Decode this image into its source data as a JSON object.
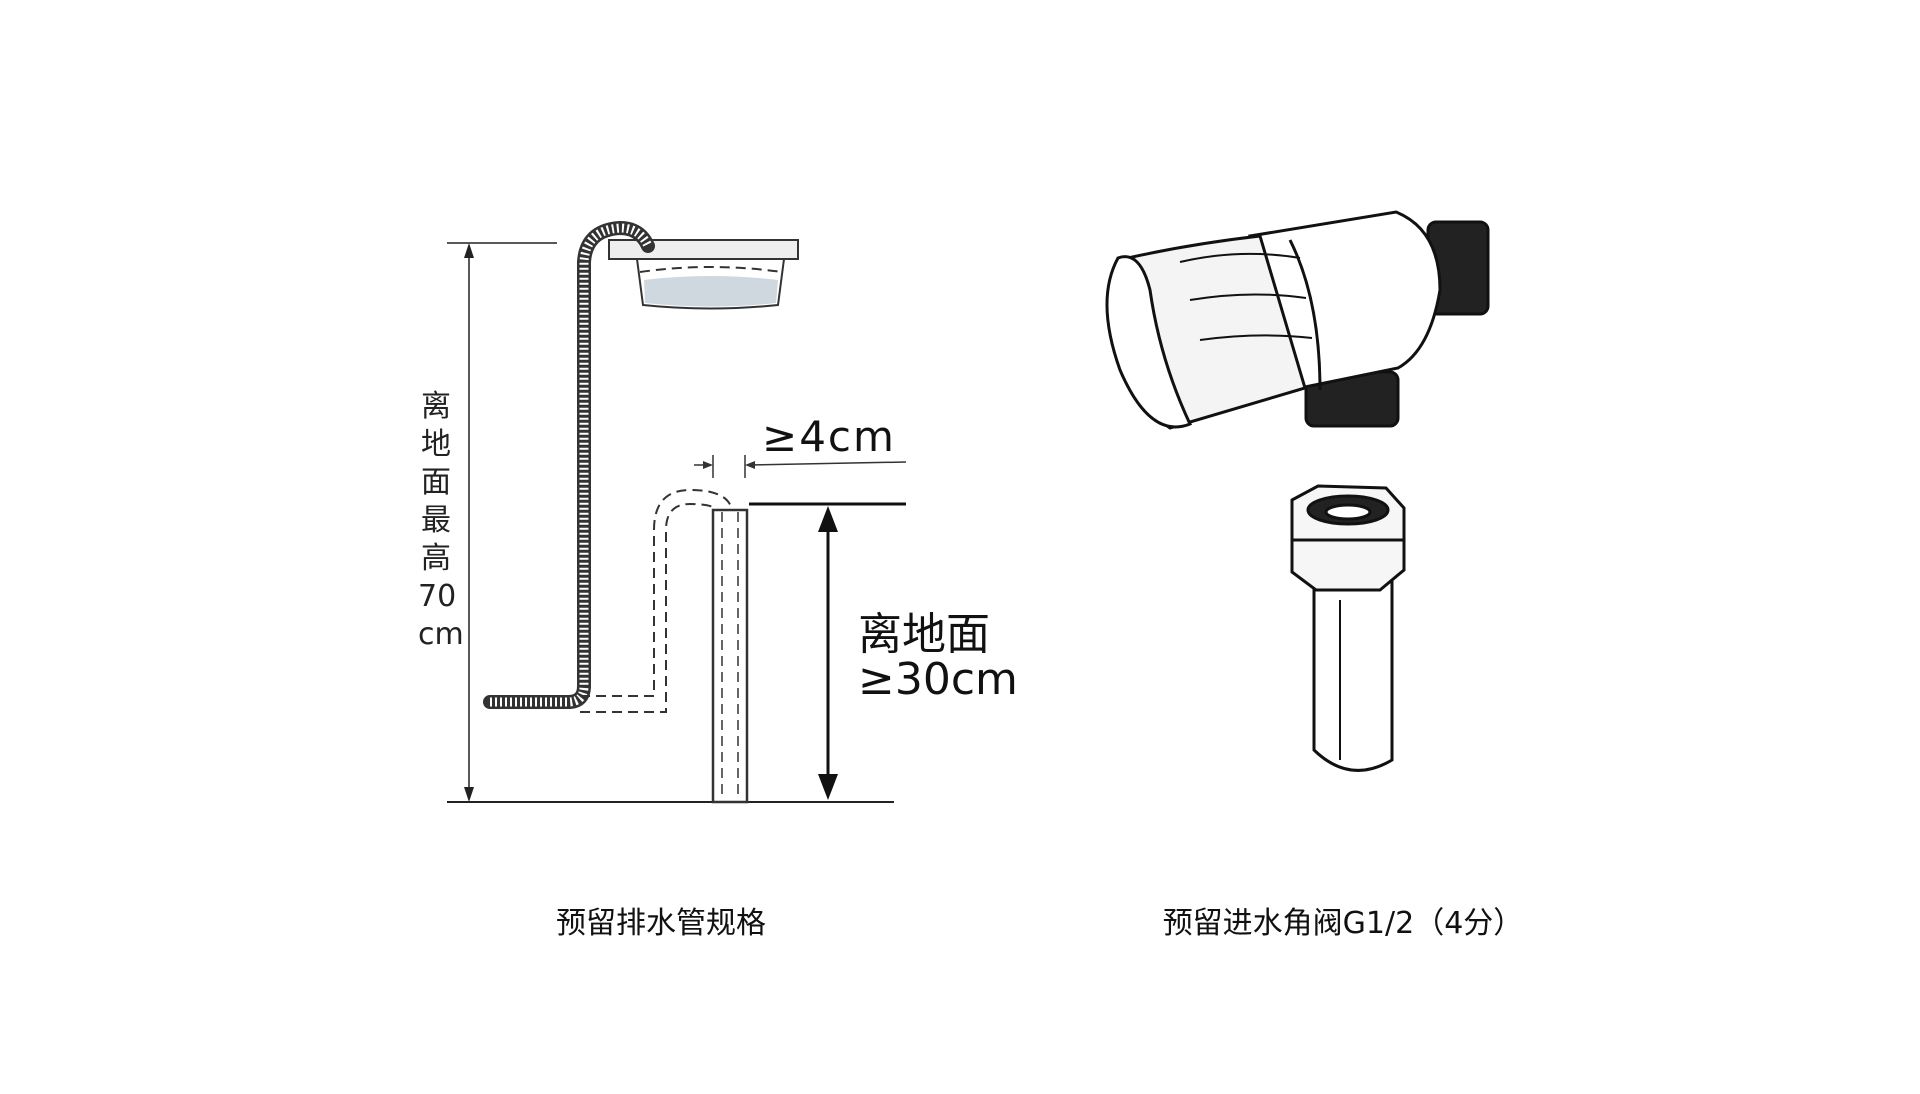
{
  "left_diagram": {
    "vertical_label_chars": [
      "离",
      "地",
      "面",
      "最",
      "高",
      "70",
      "cm"
    ],
    "standpipe_height_label_line1": "离地面",
    "standpipe_height_label_line2": "≥30cm",
    "gap_label": "≥4cm",
    "caption": "预留排水管规格"
  },
  "right_diagram": {
    "caption": "预留进水角阀G1/2（4分）"
  }
}
